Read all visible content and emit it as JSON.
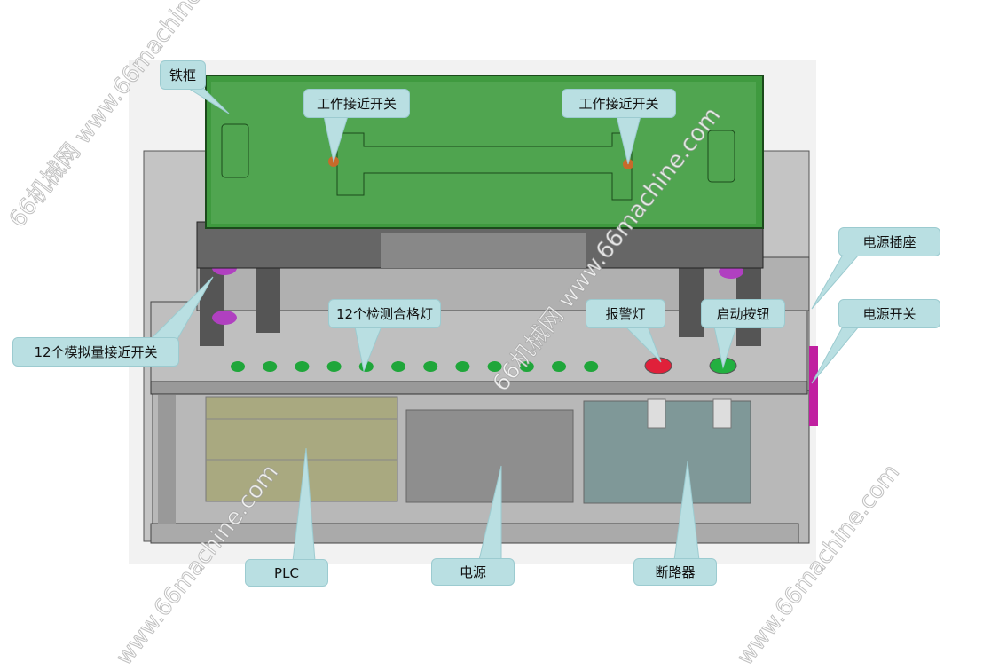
{
  "labels": {
    "frame": "铁框",
    "work_sensor_left": "工作接近开关",
    "work_sensor_right": "工作接近开关",
    "power_socket": "电源插座",
    "power_switch": "电源开关",
    "analog_sensors": "12个模拟量接近开关",
    "pass_lights": "12个检测合格灯",
    "alarm_light": "报警灯",
    "start_button": "启动按钮",
    "plc": "PLC",
    "power_supply": "电源",
    "breaker": "断路器"
  },
  "watermark": "66机械网 www.66machine.com",
  "watermark_short": "www.66machine.com",
  "colors": {
    "callout_fill": "#b9dfe2",
    "frame_green": "#3f9a3f",
    "alarm_red": "#e0203a",
    "start_green": "#22b040",
    "indicator_green": "#1fa63a"
  }
}
